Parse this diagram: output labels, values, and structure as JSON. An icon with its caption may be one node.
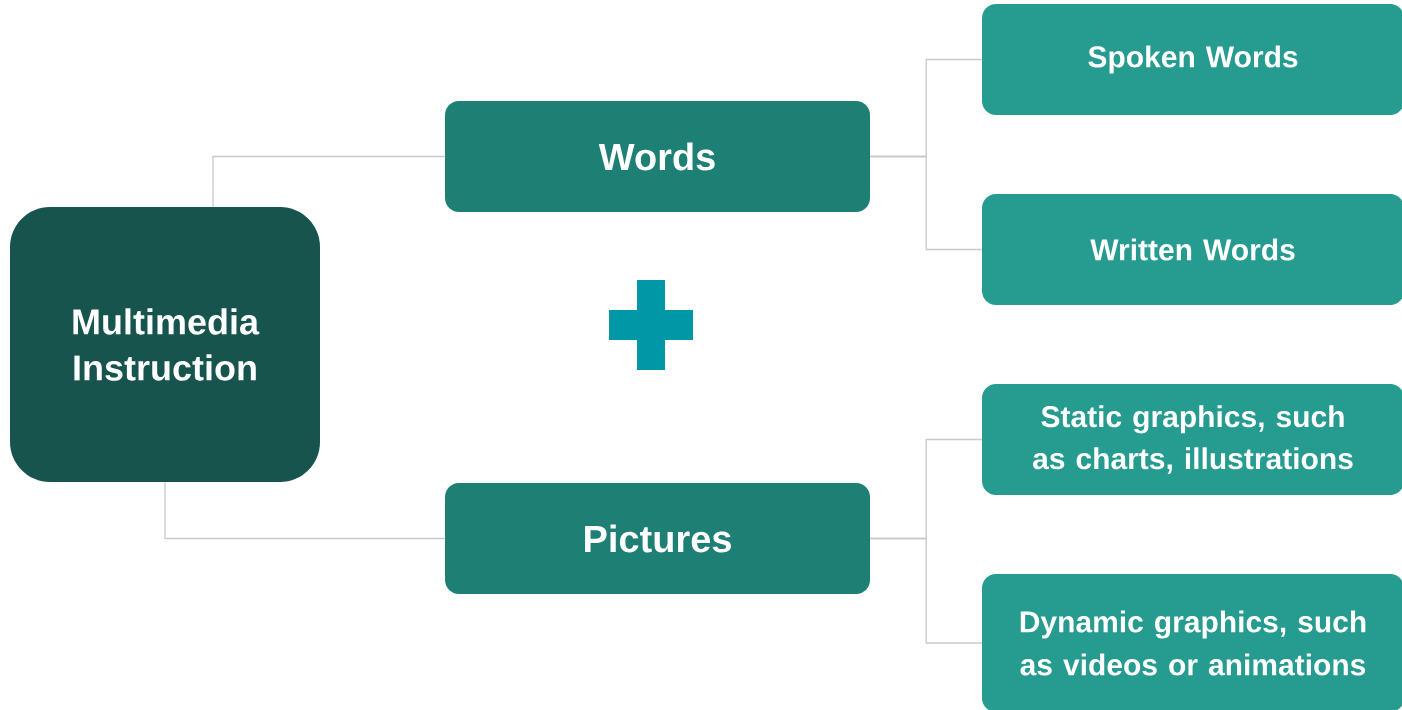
{
  "diagram": {
    "nodes": [
      {
        "text": [
          "Multimedia Instruction"
        ]
      },
      {
        "text": [
          "Words"
        ]
      },
      {
        "text": [
          "Pictures"
        ]
      },
      {
        "text": [
          "Spoken Words"
        ]
      },
      {
        "text": [
          "Written Words"
        ]
      },
      {
        "text": [
          "Static graphics, such as charts, illustrations"
        ]
      },
      {
        "text": [
          "Dynamic graphics, such as videos or animations"
        ]
      },
      {
        "text": [],
        "shape": "plus"
      }
    ],
    "edges": [
      {
        "from": 0,
        "to": 1,
        "arrow": "none"
      },
      {
        "from": 0,
        "to": 2,
        "arrow": "none"
      },
      {
        "from": 1,
        "to": 3,
        "arrow": "none"
      },
      {
        "from": 1,
        "to": 4,
        "arrow": "none"
      },
      {
        "from": 2,
        "to": 5,
        "arrow": "none"
      },
      {
        "from": 2,
        "to": 6,
        "arrow": "none"
      }
    ]
  }
}
